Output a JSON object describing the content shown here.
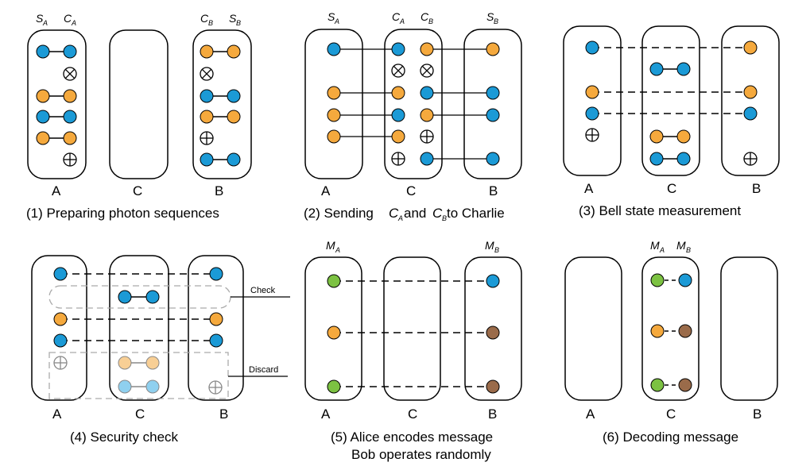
{
  "colors": {
    "blue": "#1b9ad6",
    "orange": "#f5a93d",
    "green": "#7cc242",
    "brown": "#9a6b4a",
    "faded_blue": "#8fd0ef",
    "faded_orange": "#f8cf95",
    "dashed_box": "#aaaaaa"
  },
  "labels": {
    "A": "A",
    "B": "B",
    "C": "C",
    "S": "S",
    "M": "M",
    "sub_A": "A",
    "sub_B": "B"
  },
  "panels": [
    {
      "caption": "(1) Preparing photon sequences"
    },
    {
      "caption_pre": "(2) Sending ",
      "caption_mid": " and ",
      "caption_post": " to Charlie"
    },
    {
      "caption": "(3) Bell state measurement"
    },
    {
      "caption": "(4) Security check",
      "check_label": "Check",
      "discard_label": "Discard"
    },
    {
      "caption_line1": "(5) Alice encodes message",
      "caption_line2": "Bob operates randomly"
    },
    {
      "caption": "(6) Decoding message"
    }
  ]
}
